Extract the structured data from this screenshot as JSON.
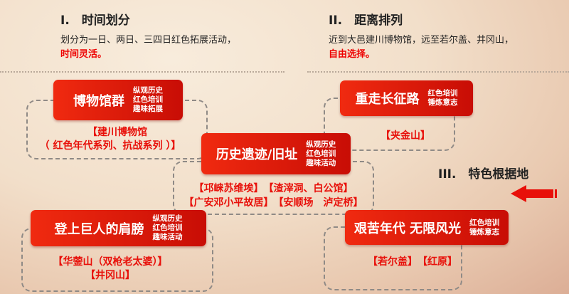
{
  "section1": {
    "heading": "I.　时间划分",
    "line1": "划分为一日、两日、三四日红色拓展活动，",
    "line2": "时间灵活。"
  },
  "section2": {
    "heading": "II.　距离排列",
    "line1": "近到大邑建川博物馆，远至若尔盖、井冈山，",
    "line2": "自由选择。"
  },
  "section3": {
    "heading": "III.　特色根据地"
  },
  "boxes": [
    {
      "title": "博物馆群",
      "tags": [
        "纵观历史",
        "红色培训",
        "趣味拓展"
      ],
      "sites": [
        "【建川博物馆",
        "（ 红色年代系列、抗战系列 ）】"
      ]
    },
    {
      "title": "重走长征路",
      "tags": [
        "红色培训",
        "锤炼意志"
      ],
      "sites": [
        "【夹金山】"
      ]
    },
    {
      "title": "历史遗迹/旧址",
      "tags": [
        "纵观历史",
        "红色培训",
        "趣味活动"
      ],
      "sites": [
        "【邛崃苏维埃】　【渣滓洞、白公馆】",
        "【广安邓小平故居】　【安顺场　泸定桥】"
      ]
    },
    {
      "title": "登上巨人的肩膀",
      "tags": [
        "纵观历史",
        "红色培训",
        "趣味活动"
      ],
      "sites": [
        "【华蓥山（双枪老太婆）】",
        "【井冈山】"
      ]
    },
    {
      "title": "艰苦年代 无限风光",
      "tags": [
        "红色培训",
        "锤炼意志"
      ],
      "sites": [
        "【若尔盖】　【红原】"
      ]
    }
  ],
  "colors": {
    "accent": "#e8100a"
  }
}
